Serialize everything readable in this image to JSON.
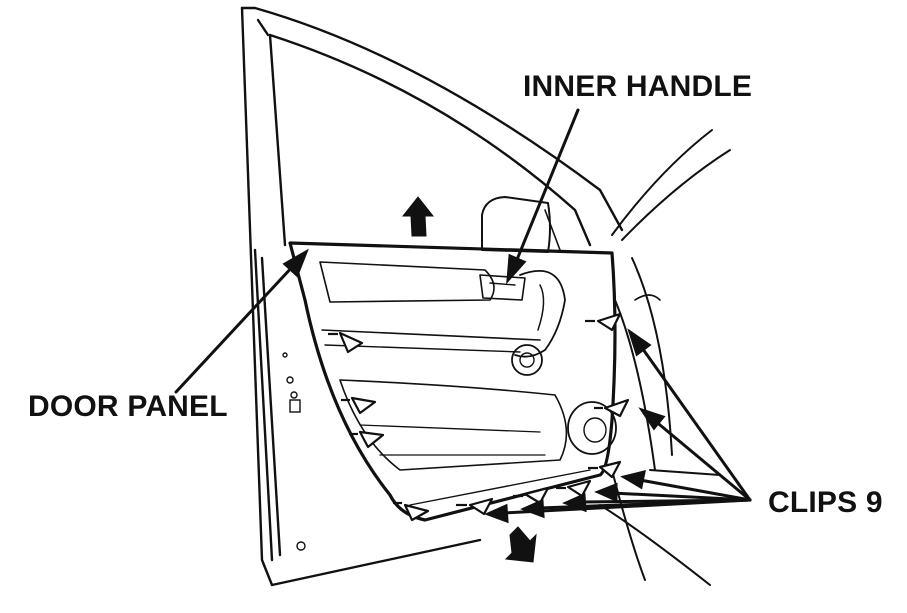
{
  "labels": {
    "inner_handle": "INNER HANDLE",
    "door_panel": "DOOR PANEL",
    "clips": "CLIPS 9"
  },
  "colors": {
    "ink": "#111111",
    "paper": "#ffffff"
  },
  "icons": [
    "arrow-up-icon",
    "arrow-down-right-icon",
    "clip-triangle-icon"
  ]
}
